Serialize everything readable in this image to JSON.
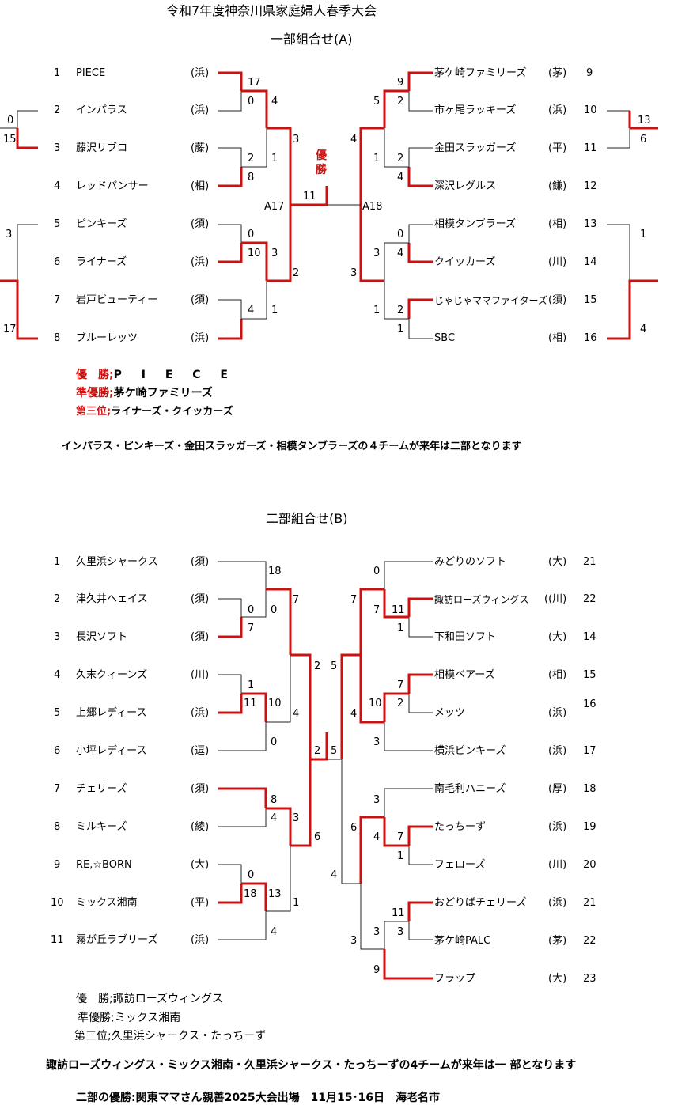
{
  "title": "令和7年度神奈川県家庭婦人春季大会",
  "division1": {
    "heading": "一部組合せ(A)",
    "left_teams": [
      {
        "no": "1",
        "name": "PIECE",
        "area": "(浜)"
      },
      {
        "no": "2",
        "name": "インパラス",
        "area": "(浜)"
      },
      {
        "no": "3",
        "name": "藤沢リブロ",
        "area": "(藤)"
      },
      {
        "no": "4",
        "name": "レッドパンサー",
        "area": "(相)"
      },
      {
        "no": "5",
        "name": "ピンキーズ",
        "area": "(須)"
      },
      {
        "no": "6",
        "name": "ライナーズ",
        "area": "(浜)"
      },
      {
        "no": "7",
        "name": "岩戸ビューティー",
        "area": "(須)"
      },
      {
        "no": "8",
        "name": "ブルーレッツ",
        "area": "(浜)"
      }
    ],
    "right_teams": [
      {
        "no": "9",
        "name": "茅ケ崎ファミリーズ",
        "area": "(茅)"
      },
      {
        "no": "10",
        "name": "市ヶ尾ラッキーズ",
        "area": "(浜)"
      },
      {
        "no": "11",
        "name": "金田スラッガーズ",
        "area": "(平)"
      },
      {
        "no": "12",
        "name": "深沢レグルス",
        "area": "(鎌)"
      },
      {
        "no": "13",
        "name": "相模タンブラーズ",
        "area": "(相)"
      },
      {
        "no": "14",
        "name": "クイッカーズ",
        "area": "(川)"
      },
      {
        "no": "15",
        "name": "じゃじゃママファイターズ",
        "area": "(須)"
      },
      {
        "no": "16",
        "name": "SBC",
        "area": "(相)"
      }
    ],
    "scores": {
      "l1": "17",
      "l2": "0",
      "l3": "2",
      "l4": "8",
      "l5": "0",
      "l6": "10",
      "l7": "4",
      "lq1": "4",
      "lq2": "1",
      "lq3": "3",
      "lq4": "1",
      "ls1": "3",
      "ls2": "2",
      "final": "11",
      "a17": "A17",
      "a18": "A18",
      "r9": "9",
      "r10": "2",
      "r11": "2",
      "r12": "4",
      "r13": "0",
      "r14": "4",
      "r15": "2",
      "r16": "1",
      "rq1": "5",
      "rq2": "1",
      "rq3": "3",
      "rq4": "1",
      "rs1": "4",
      "rs2": "3",
      "sideA_top": "0",
      "sideA_bot": "15",
      "sideB_top": "13",
      "sideB_bot": "6",
      "sideC_top": "3",
      "sideC_bot": "17",
      "sideD_top": "1",
      "sideD_bot": "4"
    },
    "champion_mark": "優勝",
    "results": {
      "champion_label": "優　勝;",
      "champion": "P I E C E",
      "runner_up_label": "準優勝;",
      "runner_up": "茅ケ崎ファミリーズ",
      "third_label": "第三位;",
      "third": "ライナーズ・クイッカーズ"
    },
    "note": "インパラス・ピンキーズ・金田スラッガーズ・相模タンブラーズの４チームが来年は二部となります"
  },
  "division2": {
    "heading": "二部組合せ(B)",
    "left_teams": [
      {
        "no": "1",
        "name": "久里浜シャークス",
        "area": "(須)"
      },
      {
        "no": "2",
        "name": "津久井ヘェイス",
        "area": "(須)"
      },
      {
        "no": "3",
        "name": "長沢ソフト",
        "area": "(須)"
      },
      {
        "no": "4",
        "name": "久末クィーンズ",
        "area": "(川)"
      },
      {
        "no": "5",
        "name": "上郷レディース",
        "area": "(浜)"
      },
      {
        "no": "6",
        "name": "小坪レディース",
        "area": "(逗)"
      },
      {
        "no": "7",
        "name": "チェリーズ",
        "area": "(須)"
      },
      {
        "no": "8",
        "name": "ミルキーズ",
        "area": "(綾)"
      },
      {
        "no": "9",
        "name": "RE,☆BORN",
        "area": "(大)"
      },
      {
        "no": "10",
        "name": "ミックス湘南",
        "area": "(平)"
      },
      {
        "no": "11",
        "name": "霧が丘ラブリーズ",
        "area": "(浜)"
      }
    ],
    "right_teams": [
      {
        "no": "21",
        "name": "みどりのソフト",
        "area": "(大)"
      },
      {
        "no": "22",
        "name": "諏訪ローズウィングス",
        "area": "((川)"
      },
      {
        "no": "14",
        "name": "下和田ソフト",
        "area": "(大)"
      },
      {
        "no": "15",
        "name": "相模ベアーズ",
        "area": "(相)"
      },
      {
        "no": "16",
        "name": "メッツ",
        "area": "(浜)"
      },
      {
        "no": "17",
        "name": "横浜ピンキーズ",
        "area": "(浜)"
      },
      {
        "no": "18",
        "name": "南毛利ハニーズ",
        "area": "(厚)"
      },
      {
        "no": "19",
        "name": "たっちーず",
        "area": "(浜)"
      },
      {
        "no": "20",
        "name": "フェローズ",
        "area": "(川)"
      },
      {
        "no": "21",
        "name": "おどりばチェリーズ",
        "area": "(浜)"
      },
      {
        "no": "22",
        "name": "茅ケ崎PALC",
        "area": "(茅)"
      },
      {
        "no": "23",
        "name": "フラップ",
        "area": "(大)"
      }
    ],
    "scores": {
      "a": "18",
      "b": "0",
      "c": "0",
      "d": "7",
      "e": "7",
      "f": "1",
      "g": "11",
      "h": "10",
      "i": "4",
      "j": "0",
      "k": "2",
      "l": "2",
      "m": "5",
      "n": "5",
      "o": "8",
      "p": "4",
      "q": "3",
      "r": "6",
      "s": "0",
      "t": "18",
      "u": "13",
      "v": "1",
      "w": "4",
      "ra": "0",
      "rb": "7",
      "rc": "7",
      "rd": "11",
      "re": "1",
      "rf": "7",
      "rg": "2",
      "rh": "10",
      "ri": "4",
      "rj": "3",
      "rk": "3",
      "rl": "6",
      "rm": "4",
      "rn": "7",
      "ro": "1",
      "rp": "4",
      "rq": "11",
      "rr": "3",
      "rs": "3",
      "rt": "9"
    },
    "results": {
      "champion": "優　勝;諏訪ローズウィングス",
      "runner_up": "準優勝;ミックス湘南",
      "third": "第三位;久里浜シャークス・たっちーず"
    },
    "note": "諏訪ローズウィングス・ミックス湘南・久里浜シャークス・たっちーずの4チームが来年は一 部となります",
    "footer": "二部の優勝:関東ママさん親善2025大会出場　11月15･16日　海老名市"
  }
}
